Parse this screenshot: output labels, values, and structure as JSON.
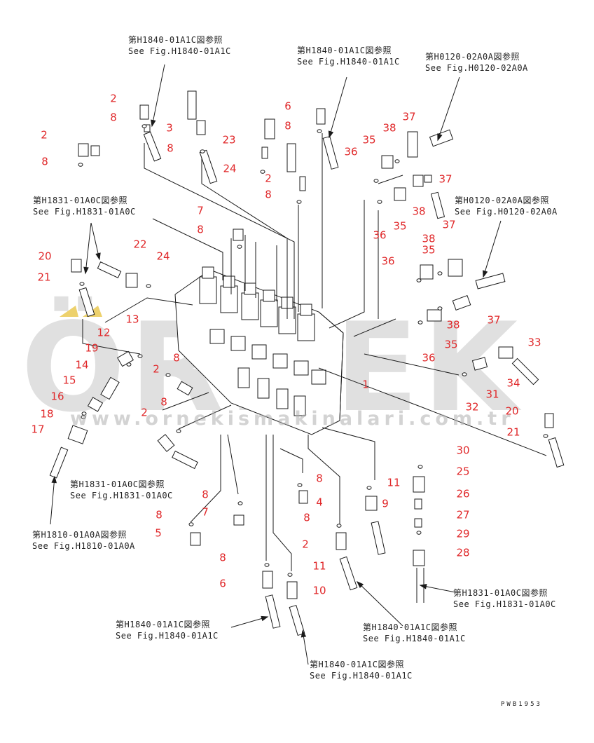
{
  "watermark": {
    "brand": "ÖRNEK",
    "url": "www.ornekismakinalari.com.tr",
    "accent_color": "#e8c547",
    "text_color": "#c8c8c8"
  },
  "drawing_code": "PWB1953",
  "references": [
    {
      "line1": "第H1840-01A1C図参照",
      "line2": "See Fig.H1840-01A1C"
    },
    {
      "line1": "第H1840-01A1C図参照",
      "line2": "See Fig.H1840-01A1C"
    },
    {
      "line1": "第H0120-02A0A図参照",
      "line2": "See Fig.H0120-02A0A"
    },
    {
      "line1": "第H1831-01A0C図参照",
      "line2": "See Fig.H1831-01A0C"
    },
    {
      "line1": "第H0120-02A0A図参照",
      "line2": "See Fig.H0120-02A0A"
    },
    {
      "line1": "第H1831-01A0C図参照",
      "line2": "See Fig.H1831-01A0C"
    },
    {
      "line1": "第H1810-01A0A図参照",
      "line2": "See Fig.H1810-01A0A"
    },
    {
      "line1": "第H1831-01A0C図参照",
      "line2": "See Fig.H1831-01A0C"
    },
    {
      "line1": "第H1840-01A1C図参照",
      "line2": "See Fig.H1840-01A1C"
    },
    {
      "line1": "第H1840-01A1C図参照",
      "line2": "See Fig.H1840-01A1C"
    },
    {
      "line1": "第H1840-01A1C図参照",
      "line2": "See Fig.H1840-01A1C"
    }
  ],
  "part_numbers": [
    "2",
    "8",
    "3",
    "8",
    "2",
    "8",
    "6",
    "8",
    "23",
    "24",
    "2",
    "8",
    "37",
    "38",
    "35",
    "36",
    "37",
    "35",
    "38",
    "36",
    "37",
    "7",
    "8",
    "22",
    "24",
    "20",
    "21",
    "35",
    "38",
    "36",
    "37",
    "38",
    "35",
    "36",
    "13",
    "12",
    "19",
    "14",
    "15",
    "16",
    "18",
    "17",
    "2",
    "8",
    "2",
    "8",
    "33",
    "34",
    "31",
    "32",
    "1",
    "20",
    "21",
    "30",
    "25",
    "26",
    "27",
    "29",
    "28",
    "8",
    "4",
    "8",
    "11",
    "9",
    "8",
    "7",
    "8",
    "5",
    "2",
    "8",
    "6",
    "11",
    "10"
  ],
  "label_color": "#e0282a"
}
